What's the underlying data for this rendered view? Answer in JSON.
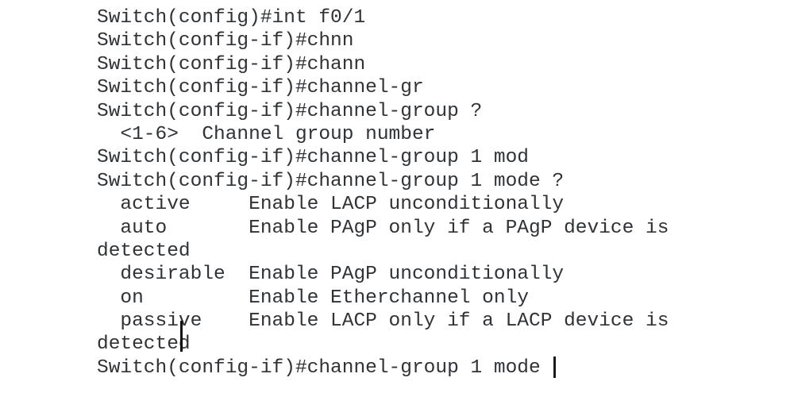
{
  "terminal": {
    "bg_color": "#ffffff",
    "text_color": "#2f3337",
    "cursor_color": "#1b1b1b",
    "prompt_config": "Switch(config)#",
    "prompt_config_if": "Switch(config-if)#",
    "cursor_line_index": 15,
    "lines": [
      "Switch(config)#int f0/1",
      "Switch(config-if)#chnn",
      "Switch(config-if)#chann",
      "Switch(config-if)#channel-gr",
      "Switch(config-if)#channel-group ?",
      "  <1-6>  Channel group number",
      "Switch(config-if)#channel-group 1 mod",
      "Switch(config-if)#channel-group 1 mode ?",
      "  active     Enable LACP unconditionally",
      "  auto       Enable PAgP only if a PAgP device is",
      "detected",
      "  desirable  Enable PAgP unconditionally",
      "  on         Enable Etherchannel only",
      "  passive    Enable LACP only if a LACP device is",
      "detected",
      "Switch(config-if)#channel-group 1 mode "
    ],
    "help_options": [
      {
        "keyword": "<1-6>",
        "description": "Channel group number"
      },
      {
        "keyword": "active",
        "description": "Enable LACP unconditionally"
      },
      {
        "keyword": "auto",
        "description": "Enable PAgP only if a PAgP device is detected"
      },
      {
        "keyword": "desirable",
        "description": "Enable PAgP unconditionally"
      },
      {
        "keyword": "on",
        "description": "Enable Etherchannel only"
      },
      {
        "keyword": "passive",
        "description": "Enable LACP only if a LACP device is detected"
      }
    ]
  }
}
